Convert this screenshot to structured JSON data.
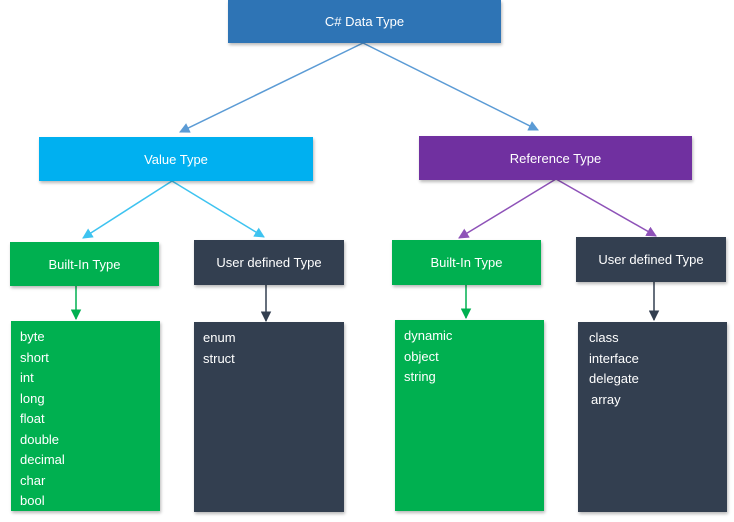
{
  "diagram": {
    "root": {
      "label": "C# Data Type"
    },
    "value_type": {
      "label": "Value Type",
      "builtin": {
        "label": "Built-In Type",
        "items": [
          "byte",
          "short",
          "int",
          "long",
          "float",
          "double",
          "decimal",
          "char",
          "bool"
        ]
      },
      "user_defined": {
        "label": "User defined Type",
        "items": [
          "enum",
          "struct"
        ]
      }
    },
    "reference_type": {
      "label": "Reference Type",
      "builtin": {
        "label": "Built-In Type",
        "items": [
          "dynamic",
          "object",
          "string"
        ]
      },
      "user_defined": {
        "label": "User defined Type",
        "items": [
          "class",
          "interface",
          "delegate",
          "array"
        ]
      }
    }
  },
  "colors": {
    "root": "#2e74b5",
    "value_type": "#00b0f0",
    "reference_type": "#7030a0",
    "builtin": "#00b050",
    "user_defined": "#333f50",
    "connector_root": "#5b9bd5",
    "connector_value": "#3ec3f0",
    "connector_reference": "#8e52b8",
    "connector_builtin": "#00b050",
    "connector_user": "#333f50"
  }
}
